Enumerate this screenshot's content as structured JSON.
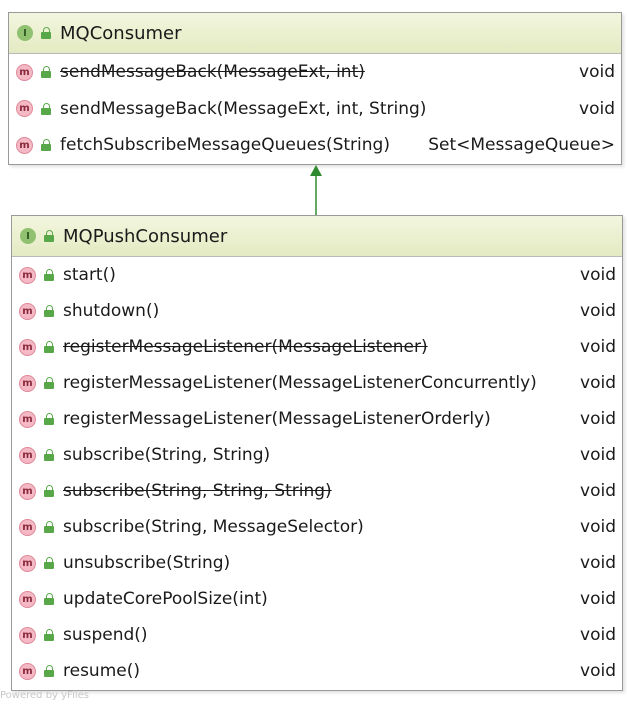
{
  "classes": [
    {
      "name": "MQConsumer",
      "kind_badge": "I",
      "methods": [
        {
          "badge": "m",
          "name": "sendMessageBack(MessageExt, int)",
          "ret": "void",
          "deprecated": true
        },
        {
          "badge": "m",
          "name": "sendMessageBack(MessageExt, int, String)",
          "ret": "void",
          "deprecated": false
        },
        {
          "badge": "m",
          "name": "fetchSubscribeMessageQueues(String)",
          "ret": "Set<MessageQueue>",
          "deprecated": false
        }
      ]
    },
    {
      "name": "MQPushConsumer",
      "kind_badge": "I",
      "methods": [
        {
          "badge": "m",
          "name": "start()",
          "ret": "void",
          "deprecated": false
        },
        {
          "badge": "m",
          "name": "shutdown()",
          "ret": "void",
          "deprecated": false
        },
        {
          "badge": "m",
          "name": "registerMessageListener(MessageListener)",
          "ret": "void",
          "deprecated": true
        },
        {
          "badge": "m",
          "name": "registerMessageListener(MessageListenerConcurrently)",
          "ret": "void",
          "deprecated": false
        },
        {
          "badge": "m",
          "name": "registerMessageListener(MessageListenerOrderly)",
          "ret": "void",
          "deprecated": false
        },
        {
          "badge": "m",
          "name": "subscribe(String, String)",
          "ret": "void",
          "deprecated": false
        },
        {
          "badge": "m",
          "name": "subscribe(String, String, String)",
          "ret": "void",
          "deprecated": true
        },
        {
          "badge": "m",
          "name": "subscribe(String, MessageSelector)",
          "ret": "void",
          "deprecated": false
        },
        {
          "badge": "m",
          "name": "unsubscribe(String)",
          "ret": "void",
          "deprecated": false
        },
        {
          "badge": "m",
          "name": "updateCorePoolSize(int)",
          "ret": "void",
          "deprecated": false
        },
        {
          "badge": "m",
          "name": "suspend()",
          "ret": "void",
          "deprecated": false
        },
        {
          "badge": "m",
          "name": "resume()",
          "ret": "void",
          "deprecated": false
        }
      ]
    }
  ],
  "icons": {
    "interface": "interface-icon",
    "method": "method-icon",
    "visibility": "public-lock-icon"
  },
  "colors": {
    "header": "#e8edc9",
    "arrow": "#2f8a2f",
    "lock": "#58a84a"
  },
  "watermark": "Powered by yFiles"
}
